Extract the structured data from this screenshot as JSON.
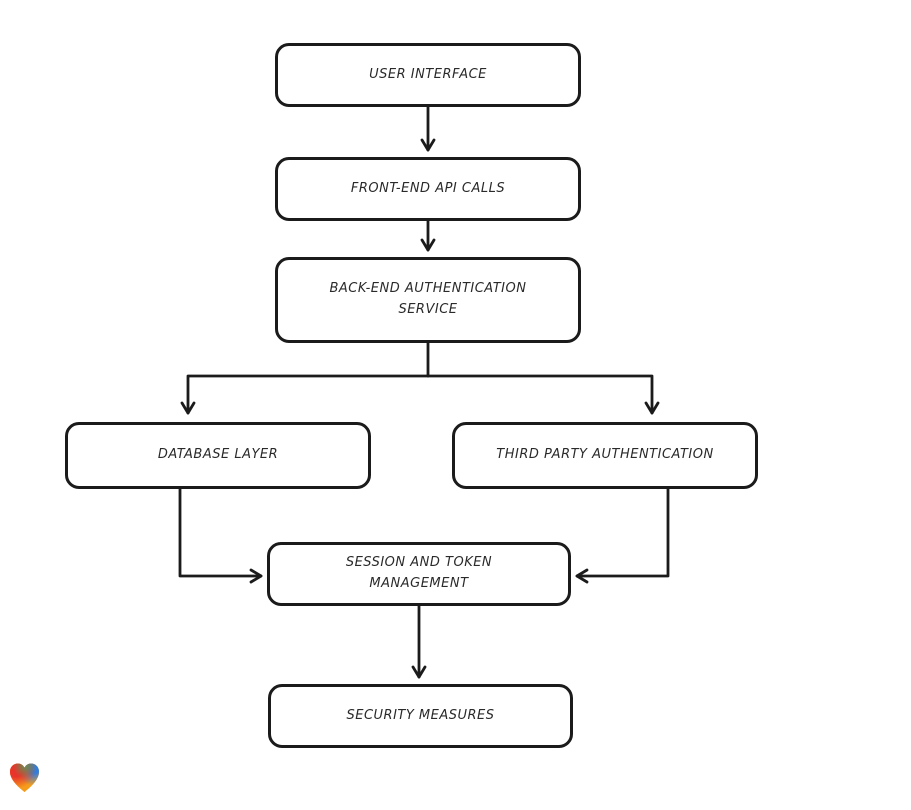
{
  "diagram": {
    "type": "flowchart",
    "style": "hand-drawn",
    "stroke_color": "#1b1b1b",
    "node_fill_color": "#ffffff",
    "background_color": "#ffffff",
    "nodes": {
      "user_interface": {
        "label": "USER INTERFACE"
      },
      "frontend_api": {
        "label": "FRONT-END API CALLS"
      },
      "backend_auth": {
        "label": "BACK-END AUTHENTICATION\nSERVICE"
      },
      "database_layer": {
        "label": "DATABASE LAYER"
      },
      "third_party_auth": {
        "label": "THIRD PARTY AUTHENTICATION"
      },
      "session_token": {
        "label": "SESSION AND TOKEN\nMANAGEMENT"
      },
      "security_measures": {
        "label": "SECURITY MEASURES"
      }
    },
    "edges": [
      {
        "from": "USER INTERFACE",
        "to": "FRONT-END API CALLS"
      },
      {
        "from": "FRONT-END API CALLS",
        "to": "BACK-END AUTHENTICATION SERVICE"
      },
      {
        "from": "BACK-END AUTHENTICATION SERVICE",
        "to": "DATABASE LAYER"
      },
      {
        "from": "BACK-END AUTHENTICATION SERVICE",
        "to": "THIRD PARTY AUTHENTICATION"
      },
      {
        "from": "DATABASE LAYER",
        "to": "SESSION AND TOKEN MANAGEMENT"
      },
      {
        "from": "THIRD PARTY AUTHENTICATION",
        "to": "SESSION AND TOKEN MANAGEMENT"
      },
      {
        "from": "SESSION AND TOKEN MANAGEMENT",
        "to": "SECURITY MEASURES"
      }
    ]
  },
  "branding": {
    "logo": "heart-gradient-logo",
    "logo_colors": {
      "red": "#e8342b",
      "blue": "#2f7de1",
      "green": "#4aa05c",
      "orange": "#f59c1c"
    }
  }
}
